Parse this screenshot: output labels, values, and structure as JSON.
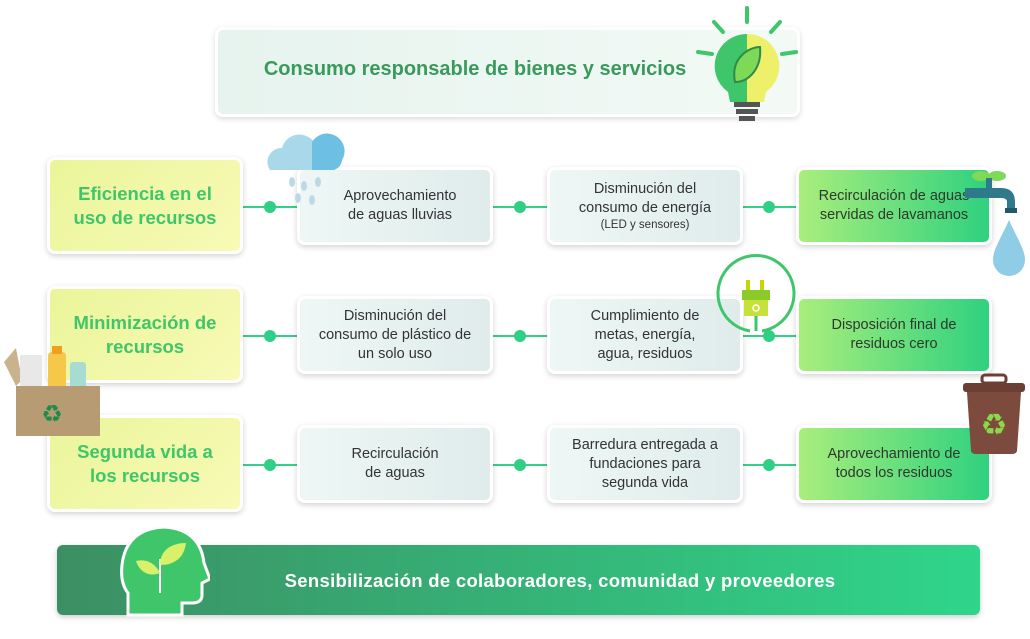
{
  "title": "Consumo responsable de bienes y servicios",
  "rows": [
    {
      "category": "Eficiencia en el uso de recursos",
      "mid1": "Aprovechamiento de aguas lluvias",
      "mid2": "Disminución del consumo de energía",
      "mid2_note": "(LED y sensores)",
      "right": "Recirculación de aguas servidas de lavamanos"
    },
    {
      "category": "Minimización de recursos",
      "mid1": "Disminución del consumo de plástico de un solo uso",
      "mid2": "Cumplimiento de metas, energía, agua, residuos",
      "right": "Disposición final de residuos cero"
    },
    {
      "category": "Segunda vida a los recursos",
      "mid1": "Recirculación de aguas",
      "mid2": "Barredura entregada a fundaciones para segunda vida",
      "right": "Aprovechamiento de todos los residuos"
    }
  ],
  "footer": "Sensibilización de colaboradores, comunidad y proveedores",
  "icons": [
    "lightbulb-leaf-icon",
    "rain-cloud-icon",
    "faucet-icon",
    "water-drop-icon",
    "plug-icon",
    "recycle-box-icon",
    "recycle-bin-icon",
    "head-leaf-icon"
  ],
  "colors": {
    "accent": "#2fd084",
    "category_text": "#3fc66a",
    "title_text": "#3a9a5c"
  }
}
